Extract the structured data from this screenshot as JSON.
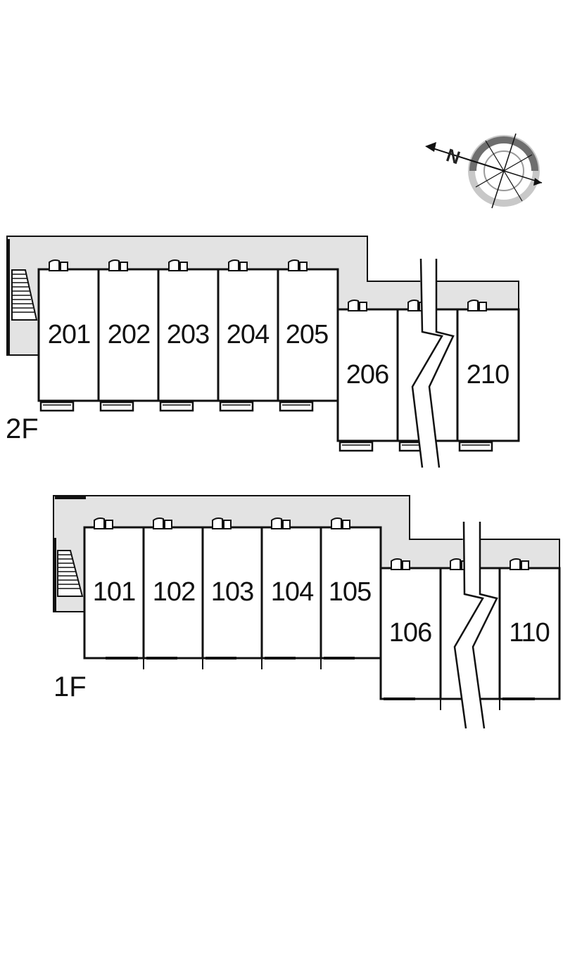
{
  "compass": {
    "north_label": "N",
    "icon": "compass-rose-icon"
  },
  "colors": {
    "corridor": "#e3e3e3",
    "wall": "#111111",
    "compass_ring_dark": "#6e6e6e",
    "compass_ring_light": "#c8c8c8"
  },
  "floors": [
    {
      "label": "2F",
      "units": [
        "201",
        "202",
        "203",
        "204",
        "205",
        "206",
        "210"
      ]
    },
    {
      "label": "1F",
      "units": [
        "101",
        "102",
        "103",
        "104",
        "105",
        "106",
        "110"
      ]
    }
  ]
}
